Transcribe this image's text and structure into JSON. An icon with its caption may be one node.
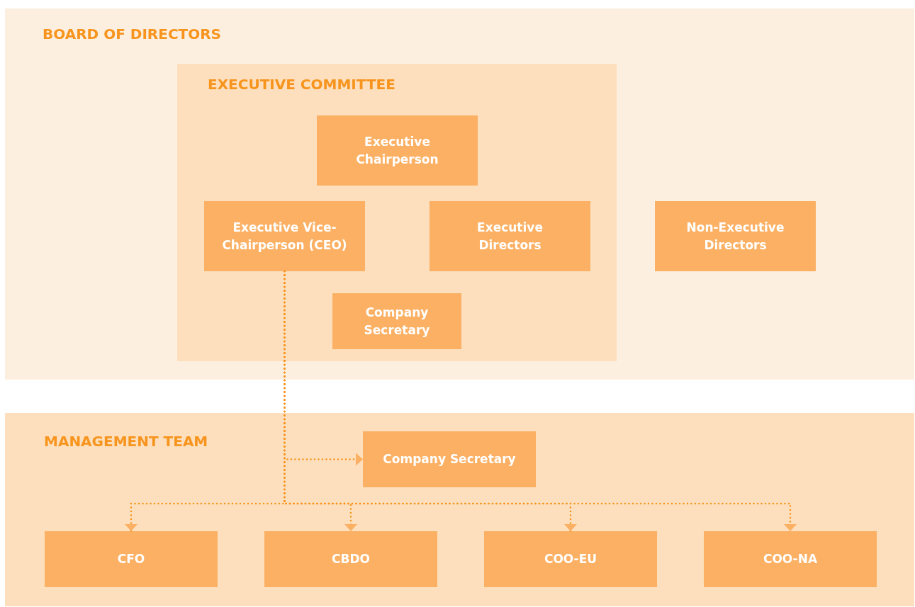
{
  "diagram": {
    "nodes": [
      {
        "text": [
          "BOARD OF DIRECTORS"
        ]
      },
      {
        "text": [
          "EXECUTIVE COMMITTEE"
        ],
        "in": 0
      },
      {
        "text": [
          "Executive Chairperson"
        ],
        "in": 1
      },
      {
        "text": [
          "Executive Vice-Chairperson (CEO)"
        ],
        "in": 1
      },
      {
        "text": [
          "Executive Directors"
        ],
        "in": 1
      },
      {
        "text": [
          "Company Secretary"
        ],
        "in": 1
      },
      {
        "text": [
          "Non-Executive Directors"
        ],
        "in": 0
      },
      {
        "text": [
          "MANAGEMENT TEAM"
        ]
      },
      {
        "text": [
          "Company Secretary"
        ],
        "in": 7
      },
      {
        "text": [
          "CFO"
        ],
        "in": 7
      },
      {
        "text": [
          "CBDO"
        ],
        "in": 7
      },
      {
        "text": [
          "COO-EU"
        ],
        "in": 7
      },
      {
        "text": [
          "COO-NA"
        ],
        "in": 7
      }
    ],
    "edges": [
      {
        "from": 3,
        "to": 8,
        "arrow": "to",
        "style": "dashed"
      },
      {
        "from": 3,
        "to": 9,
        "arrow": "to",
        "style": "dashed"
      },
      {
        "from": 3,
        "to": 10,
        "arrow": "to",
        "style": "dashed"
      },
      {
        "from": 3,
        "to": 11,
        "arrow": "to",
        "style": "dashed"
      },
      {
        "from": 3,
        "to": 12,
        "arrow": "to",
        "style": "dashed"
      }
    ]
  }
}
